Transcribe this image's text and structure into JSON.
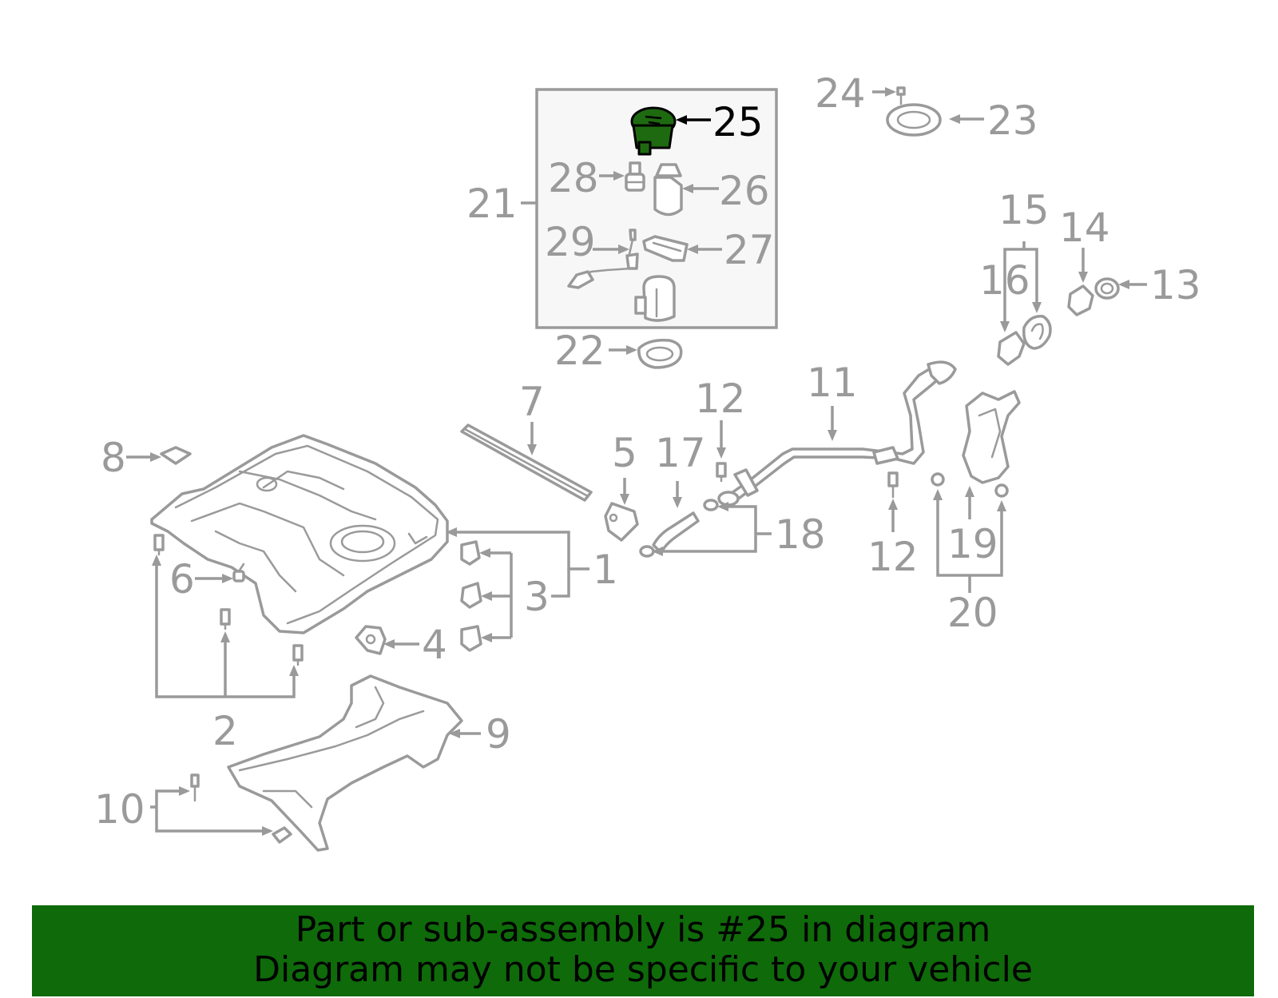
{
  "callouts": {
    "c1": "1",
    "c2": "2",
    "c3": "3",
    "c4": "4",
    "c5": "5",
    "c6": "6",
    "c7": "7",
    "c8": "8",
    "c9": "9",
    "c10": "10",
    "c11": "11",
    "c12a": "12",
    "c12b": "12",
    "c13": "13",
    "c14": "14",
    "c15": "15",
    "c16": "16",
    "c17": "17",
    "c18": "18",
    "c19": "19",
    "c20": "20",
    "c21": "21",
    "c22": "22",
    "c23": "23",
    "c24": "24",
    "c25": "25",
    "c26": "26",
    "c27": "27",
    "c28": "28",
    "c29": "29"
  },
  "highlighted_part": "25",
  "colors": {
    "part_stroke": "#9a9a9a",
    "highlight_part": "#1e6a10",
    "banner": "#0f6a0a",
    "highlight_label": "#000000"
  },
  "banner": {
    "line1": "Part or sub-assembly is #25 in diagram",
    "line2": "Diagram may not be specific to your vehicle"
  }
}
